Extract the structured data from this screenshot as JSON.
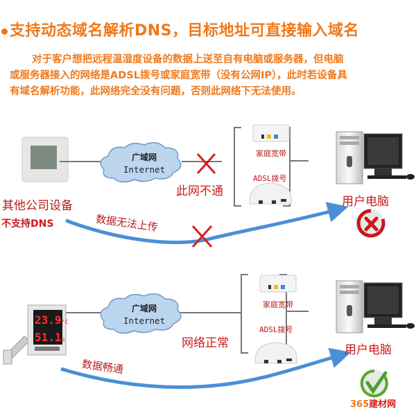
{
  "header": {
    "title": "支持动态域名解析DNS，目标地址可直接输入域名",
    "paragraph_lines": [
      "对于客户想把远程温湿度设备的数据上送至自有电脑或服务器，但电脑",
      "或服务器接入的网络是ADSL拨号或家庭宽带（没有公网IP），此时若设备具",
      "有域名解析功能，此网络完全没有问题，否则此网络下无法使用。"
    ]
  },
  "scenario_fail": {
    "device_label": "其他公司设备",
    "device_note": "不支持DNS",
    "cloud_cn": "广域网",
    "cloud_en": "Internet",
    "network_status": "此网不通",
    "router1_label": "家庭宽带",
    "router2_label": "ADSL拨号",
    "pc_label": "用户电脑",
    "flow_label": "数据无法上传",
    "result_icon": "red-x-icon"
  },
  "scenario_ok": {
    "display_temp": "23.9",
    "display_temp_unit": "°C",
    "display_humidity": "51.1",
    "display_humidity_unit": "%",
    "cloud_cn": "广域网",
    "cloud_en": "Internet",
    "network_status": "网络正常",
    "router1_label": "家庭宽带",
    "router2_label": "ADSL拨号",
    "pc_label": "用户电脑",
    "flow_label": "数据畅通",
    "result_icon": "green-check-icon"
  },
  "watermark": {
    "num": "365",
    "text": "建材网"
  },
  "colors": {
    "orange": "#f07818",
    "red": "#cc1a1a",
    "blue": "#4a8fd6",
    "cloud": "#bcd6f0"
  }
}
